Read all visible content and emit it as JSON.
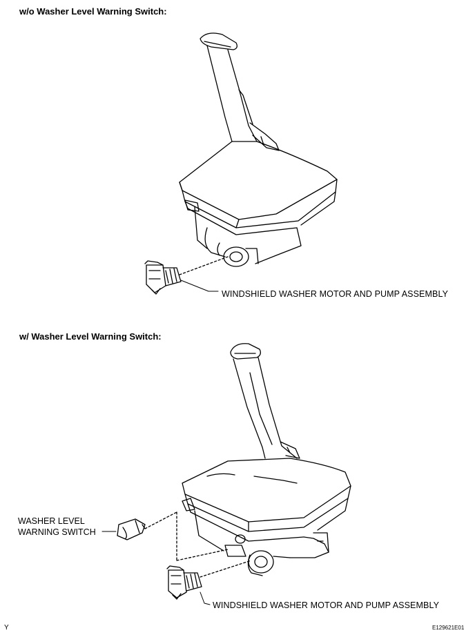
{
  "section_top": {
    "heading": "w/o Washer Level Warning Switch:",
    "callout_pump": "WINDSHIELD WASHER MOTOR AND PUMP ASSEMBLY"
  },
  "section_bottom": {
    "heading": "w/ Washer Level Warning Switch:",
    "callout_switch_line1": "WASHER LEVEL",
    "callout_switch_line2": "WARNING SWITCH",
    "callout_pump": "WINDSHIELD WASHER MOTOR AND PUMP ASSEMBLY"
  },
  "footer": {
    "left_mark": "Y",
    "figure_code": "E129621E01"
  }
}
